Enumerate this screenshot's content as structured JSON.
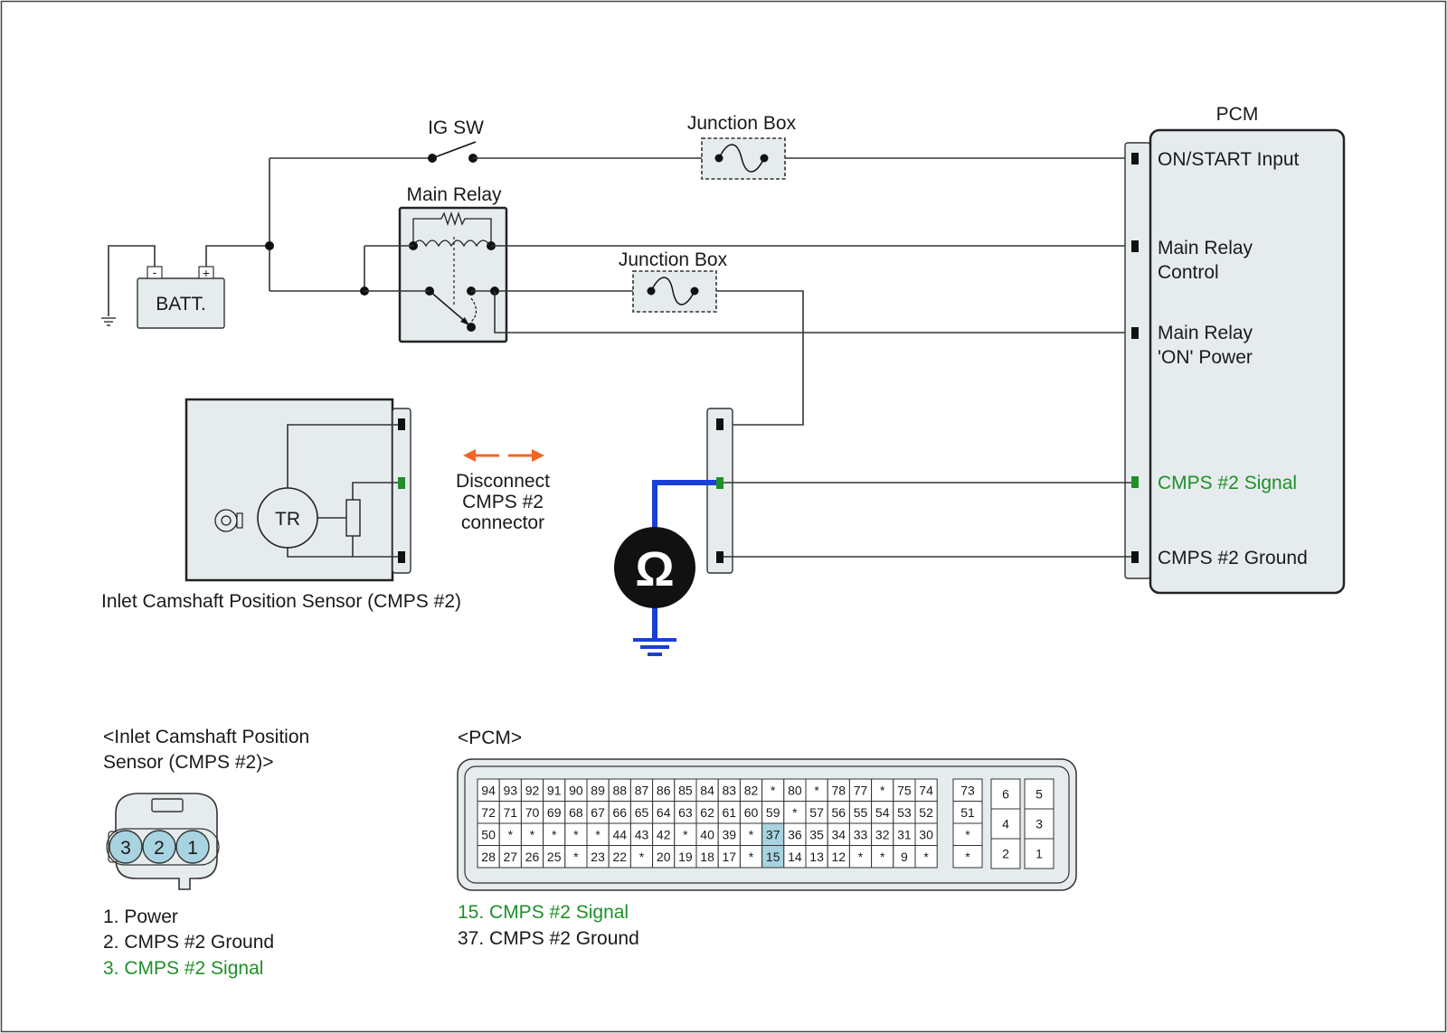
{
  "labels": {
    "ig_sw": "IG SW",
    "junction_box_top": "Junction Box",
    "junction_box_mid": "Junction Box",
    "main_relay": "Main Relay",
    "batt": "BATT.",
    "batt_minus": "-",
    "batt_plus": "+",
    "pcm": "PCM",
    "tr": "TR",
    "sensor_caption": "Inlet Camshaft Position Sensor (CMPS #2)",
    "disconnect_1": "Disconnect",
    "disconnect_2": "CMPS #2",
    "disconnect_3": "connector",
    "ohm": "Ω"
  },
  "pcm_terminals": [
    {
      "line1": "ON/START Input",
      "line2": ""
    },
    {
      "line1": "Main Relay",
      "line2": "Control"
    },
    {
      "line1": "Main Relay",
      "line2": "'ON' Power"
    },
    {
      "line1": "CMPS #2 Signal",
      "line2": ""
    },
    {
      "line1": "CMPS #2 Ground",
      "line2": ""
    }
  ],
  "sensor_connector": {
    "title_1": "<Inlet Camshaft Position",
    "title_2": "Sensor (CMPS #2)>",
    "pins": [
      "3",
      "2",
      "1"
    ],
    "legend": [
      "1. Power",
      "2. CMPS #2 Ground",
      "3. CMPS #2 Signal"
    ]
  },
  "pcm_connector": {
    "title": "<PCM>",
    "rows": [
      [
        "94",
        "93",
        "92",
        "91",
        "90",
        "89",
        "88",
        "87",
        "86",
        "85",
        "84",
        "83",
        "82",
        "*",
        "80",
        "*",
        "78",
        "77",
        "*",
        "75",
        "74"
      ],
      [
        "72",
        "71",
        "70",
        "69",
        "68",
        "67",
        "66",
        "65",
        "64",
        "63",
        "62",
        "61",
        "60",
        "59",
        "*",
        "57",
        "56",
        "55",
        "54",
        "53",
        "52"
      ],
      [
        "50",
        "*",
        "*",
        "*",
        "*",
        "*",
        "44",
        "43",
        "42",
        "*",
        "40",
        "39",
        "*",
        "37",
        "36",
        "35",
        "34",
        "33",
        "32",
        "31",
        "30"
      ],
      [
        "28",
        "27",
        "26",
        "25",
        "*",
        "23",
        "22",
        "*",
        "20",
        "19",
        "18",
        "17",
        "*",
        "15",
        "14",
        "13",
        "12",
        "*",
        "*",
        "9",
        "*"
      ]
    ],
    "col_extra": [
      "73",
      "51",
      "*",
      "*"
    ],
    "block_a": [
      [
        "6",
        "5"
      ],
      [
        "4",
        "3"
      ],
      [
        "2",
        "1"
      ]
    ],
    "highlight": [
      "37",
      "15"
    ],
    "legend": [
      "15. CMPS #2 Signal",
      "37. CMPS #2 Ground"
    ]
  },
  "colors": {
    "signal_green": "#1f8f2a",
    "arrow_orange": "#f26522",
    "meter_wire_blue": "#1a3fd6",
    "pin_highlight": "#a8d3e0"
  }
}
